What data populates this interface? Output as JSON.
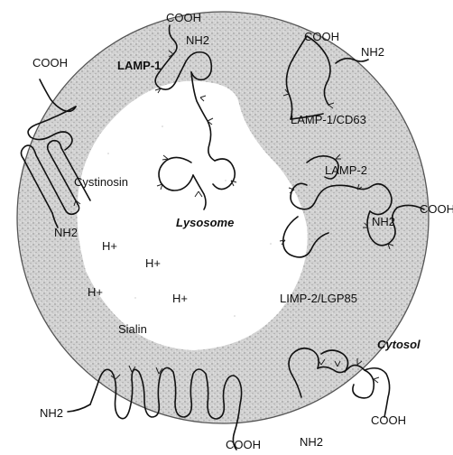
{
  "labels": {
    "lumen": "Lysosome",
    "outside": "Cytosol",
    "cooh": "COOH",
    "nh2": "NH2",
    "proton": "H+",
    "lamp1": "LAMP-1",
    "cd63": "LAMP-1/CD63",
    "lamp2": "LAMP-2",
    "cystinosin": "Cystinosin",
    "limp2": "LIMP-2/LGP85",
    "sialin": "Sialin"
  },
  "colors": {
    "membrane_fill": "#d2d2d2",
    "membrane_stroke": "#555555",
    "lumen_fill": "#ffffff",
    "protein_stroke": "#111111"
  }
}
